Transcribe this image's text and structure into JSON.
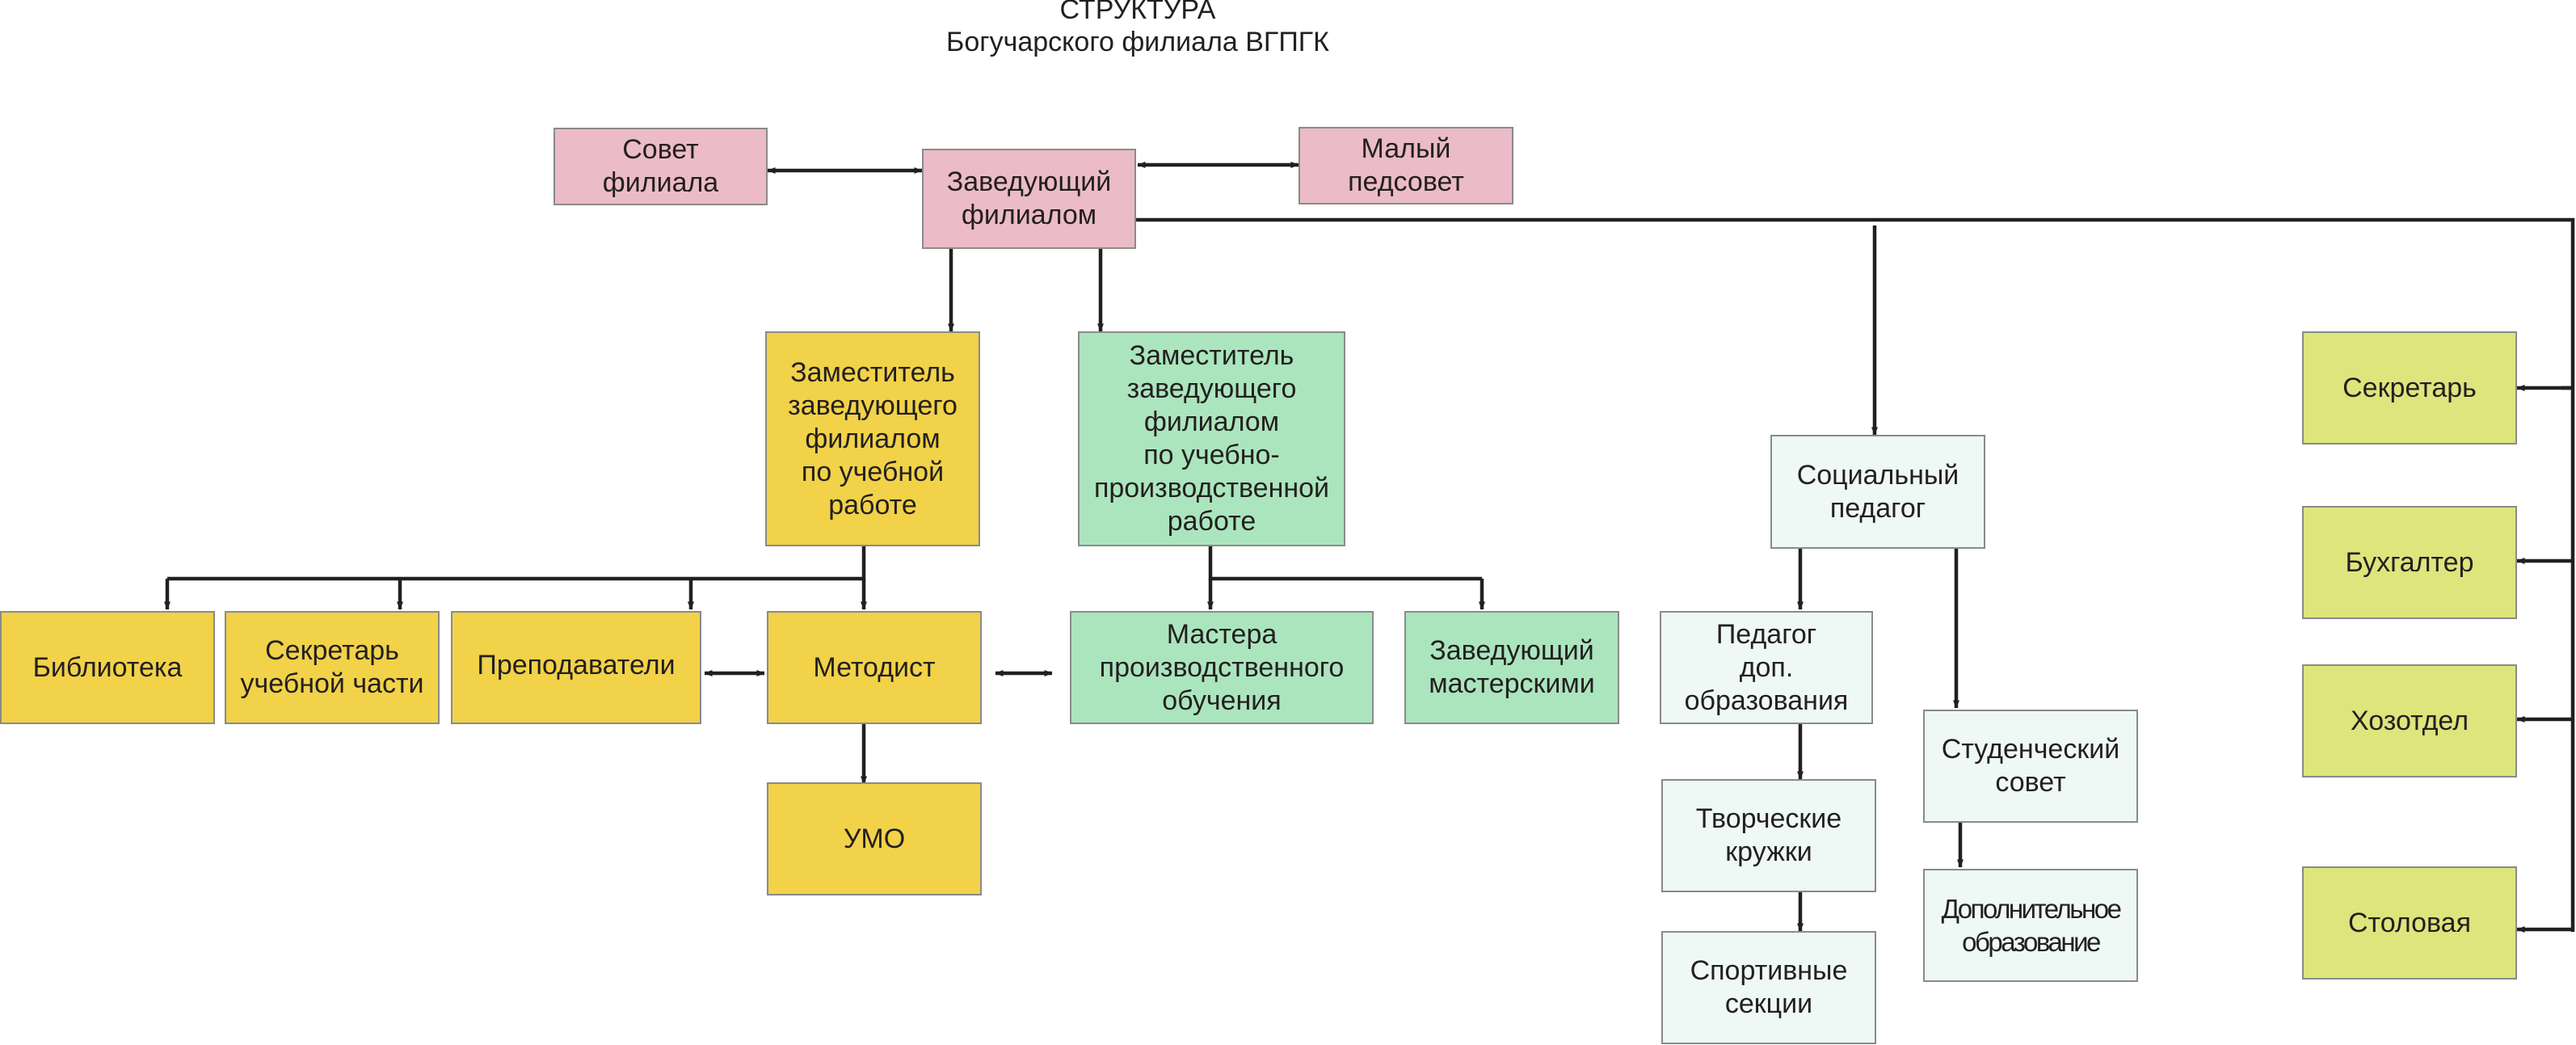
{
  "title": {
    "line1": "СТРУКТУРА",
    "line2": "Богучарского филиала ВГПГК"
  },
  "nodes": {
    "sovet_filiala": "Совет\nфилиала",
    "zaveduyushchiy": "Заведующий\nфилиалом",
    "maly_pedsovet": "Малый\nпедсовет",
    "zam_uchebnoy": "Заместитель\nзаведующего\nфилиалом\nпо учебной\nработе",
    "zam_proizvodstvennoy": "Заместитель\nзаведующего\nфилиалом\nпо учебно-\nпроизводственной\nработе",
    "socialny_pedagog": "Социальный\nпедагог",
    "sekretar": "Секретарь",
    "buhgalter": "Бухгалтер",
    "hozotdel": "Хозотдел",
    "stolovaya": "Столовая",
    "biblioteka": "Библиотека",
    "sekretar_uchebnoy": "Секретарь\nучебной части",
    "prepodavateli": "Преподаватели",
    "metodist": "Методист",
    "mastera": "Мастера\nпроизводственного\nобучения",
    "zav_masterskimi": "Заведующий\nмастерскими",
    "pedagog_dop": "Педагог\nдоп.\nобразования",
    "studencheskiy_sovet": "Студенческий\nсовет",
    "umo": "УМО",
    "tvorcheskie_kruzhki": "Творческие\nкружки",
    "dopolnitelnoe": "Дополнительное\nобразование",
    "sportivnye_sekcii": "Спортивные\nсекции"
  }
}
